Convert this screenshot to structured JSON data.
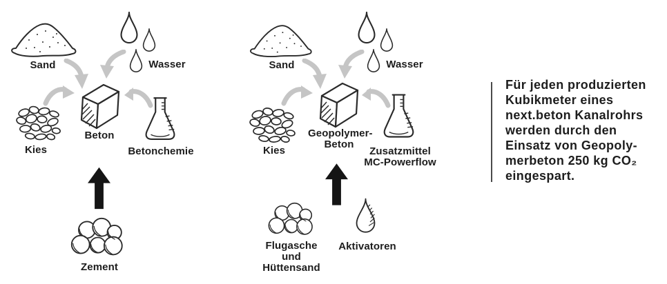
{
  "colors": {
    "background": "#ffffff",
    "text": "#1d1d1d",
    "icon_stroke": "#2a2a2a",
    "arrow_gray": "#c5c5c5",
    "arrow_black": "#151515",
    "divider": "#4a4a4a"
  },
  "diagram_beton": {
    "sand_label": "Sand",
    "water_label": "Wasser",
    "gravel_label": "Kies",
    "product_label": "Beton",
    "additive_label": "Betonchemie",
    "binder_label": "Zement"
  },
  "diagram_geopolymer": {
    "sand_label": "Sand",
    "water_label": "Wasser",
    "gravel_label": "Kies",
    "product_label": "Geopolymer-\nBeton",
    "additive_label": "Zusatzmittel\nMC-Powerflow",
    "binder_label": "Flugasche\nund\nHüttensand",
    "activator_label": "Aktivatoren"
  },
  "quote": {
    "lines": [
      "Für jeden produzierten",
      "Kubikmeter eines",
      "next.beton Kanalrohrs",
      "werden durch den",
      "Einsatz von Geopoly-",
      "merbeton 250 kg CO₂",
      "eingespart."
    ]
  }
}
